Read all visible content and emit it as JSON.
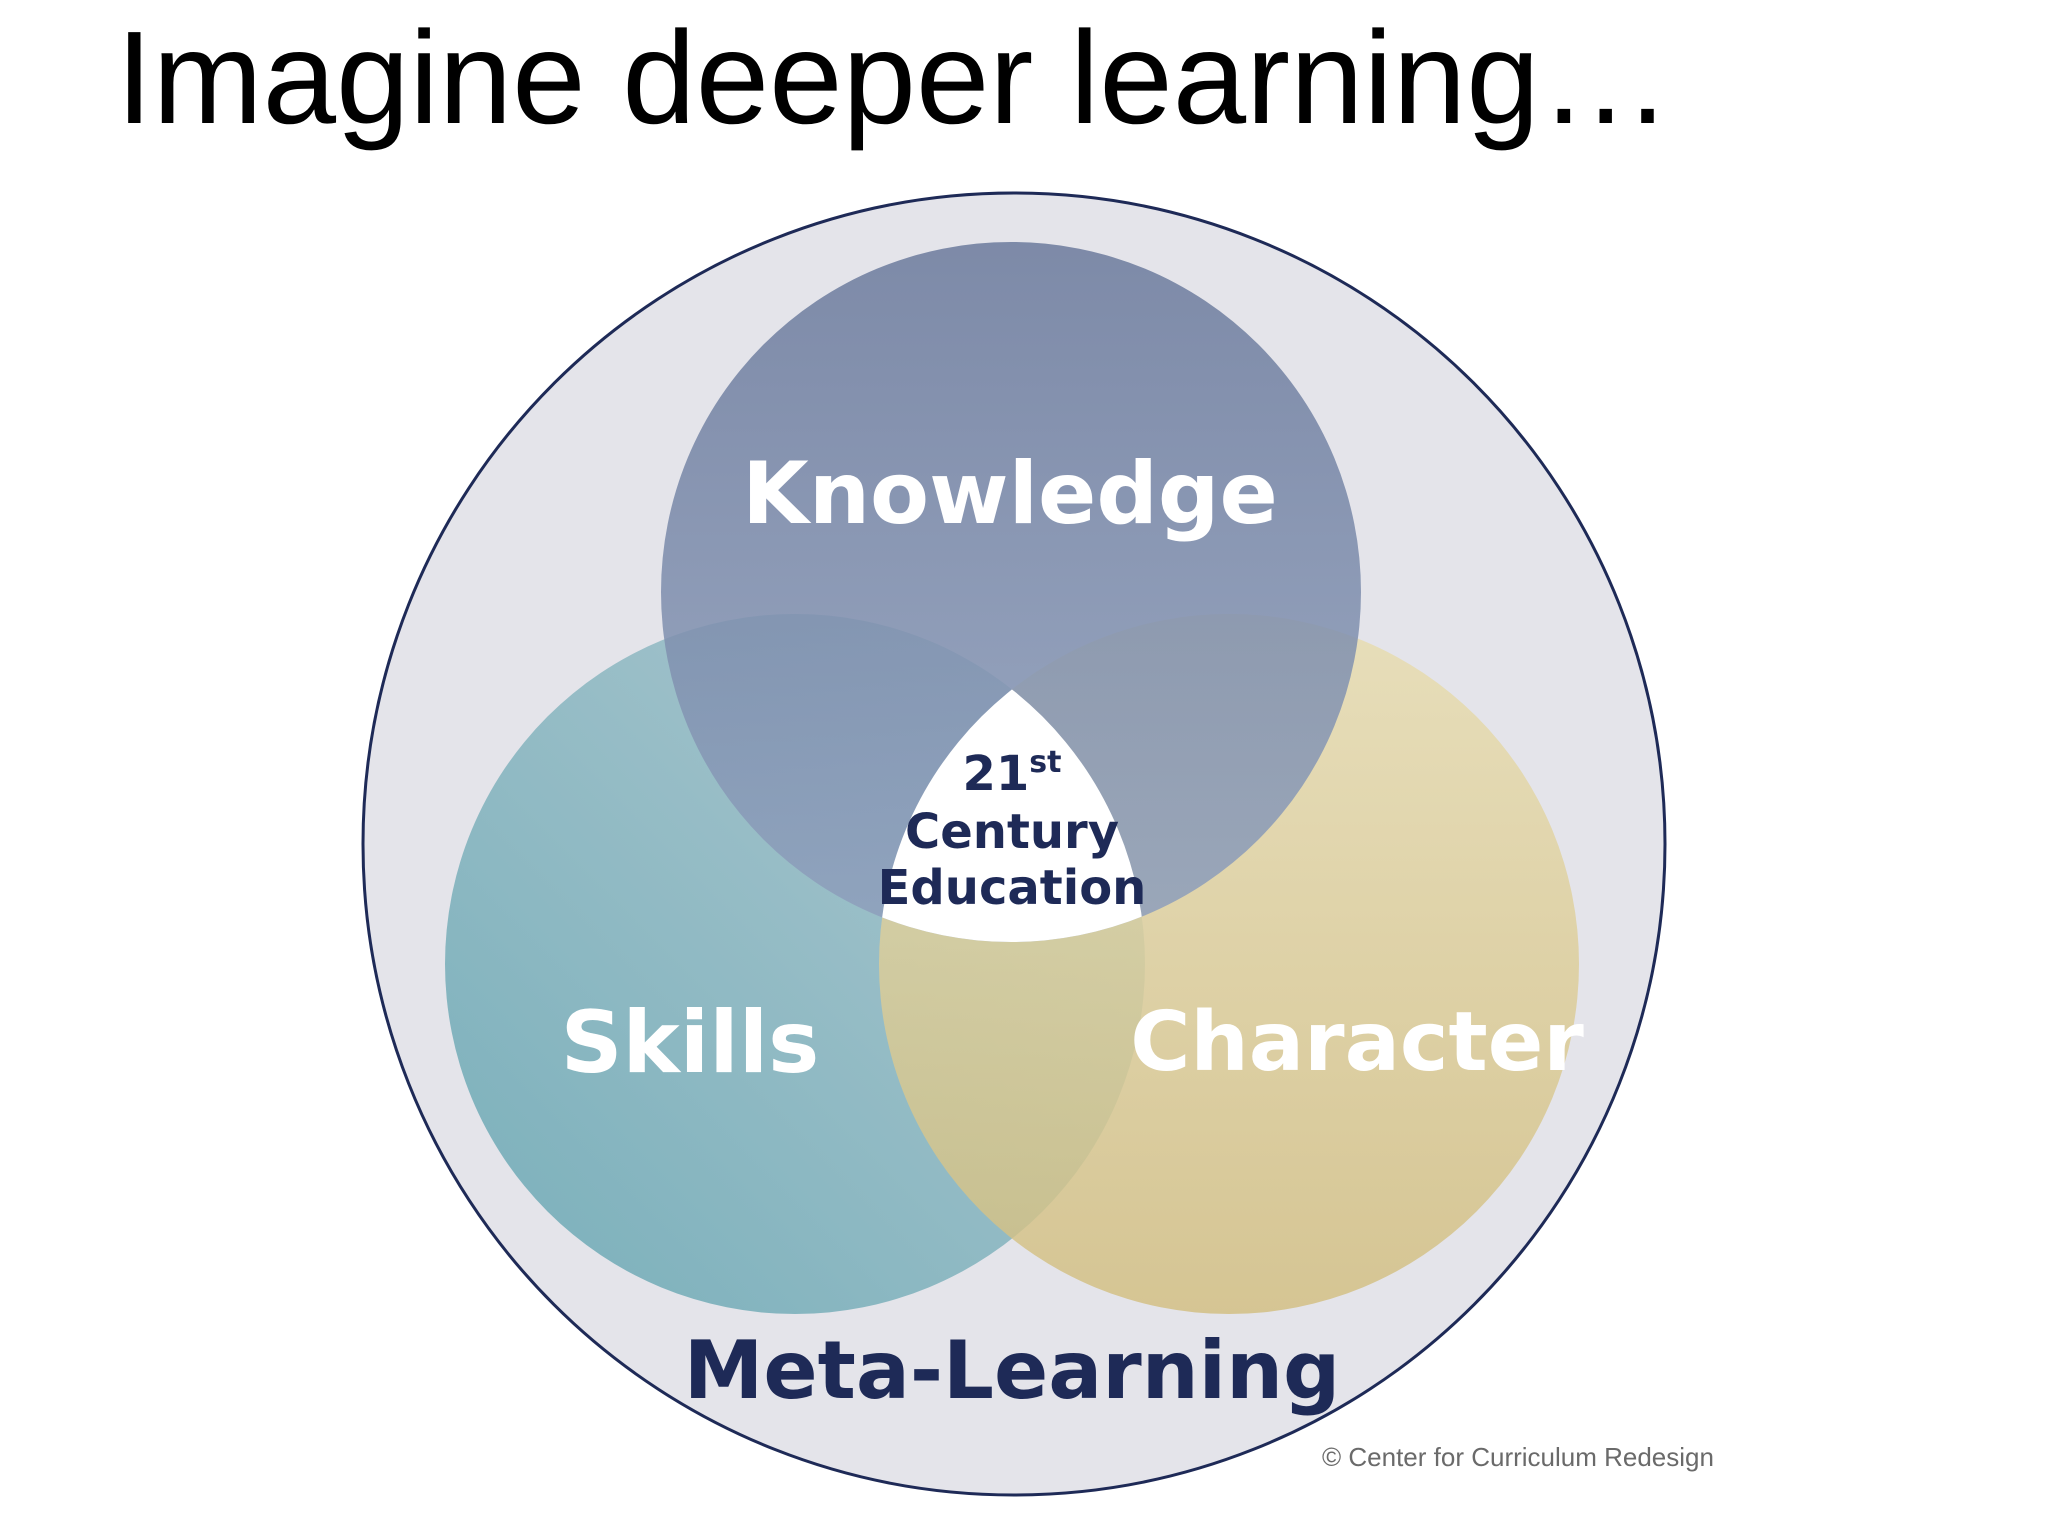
{
  "title": "Imagine deeper learning…",
  "diagram": {
    "outer_label": "Meta-Learning",
    "circles": {
      "top": "Knowledge",
      "left": "Skills",
      "right": "Character"
    },
    "center": {
      "number": "21",
      "superscript": "st",
      "line2": "Century",
      "line3": "Education"
    },
    "credit": "© Center for Curriculum Redesign"
  },
  "colors": {
    "outer_fill": "#e4e4ea",
    "outer_stroke": "#1e2a57",
    "knowledge": "#6b7a9c",
    "skills": "#6aa8b4",
    "character": "#dac990",
    "text_dark": "#1e2a57",
    "text_light": "#ffffff"
  }
}
